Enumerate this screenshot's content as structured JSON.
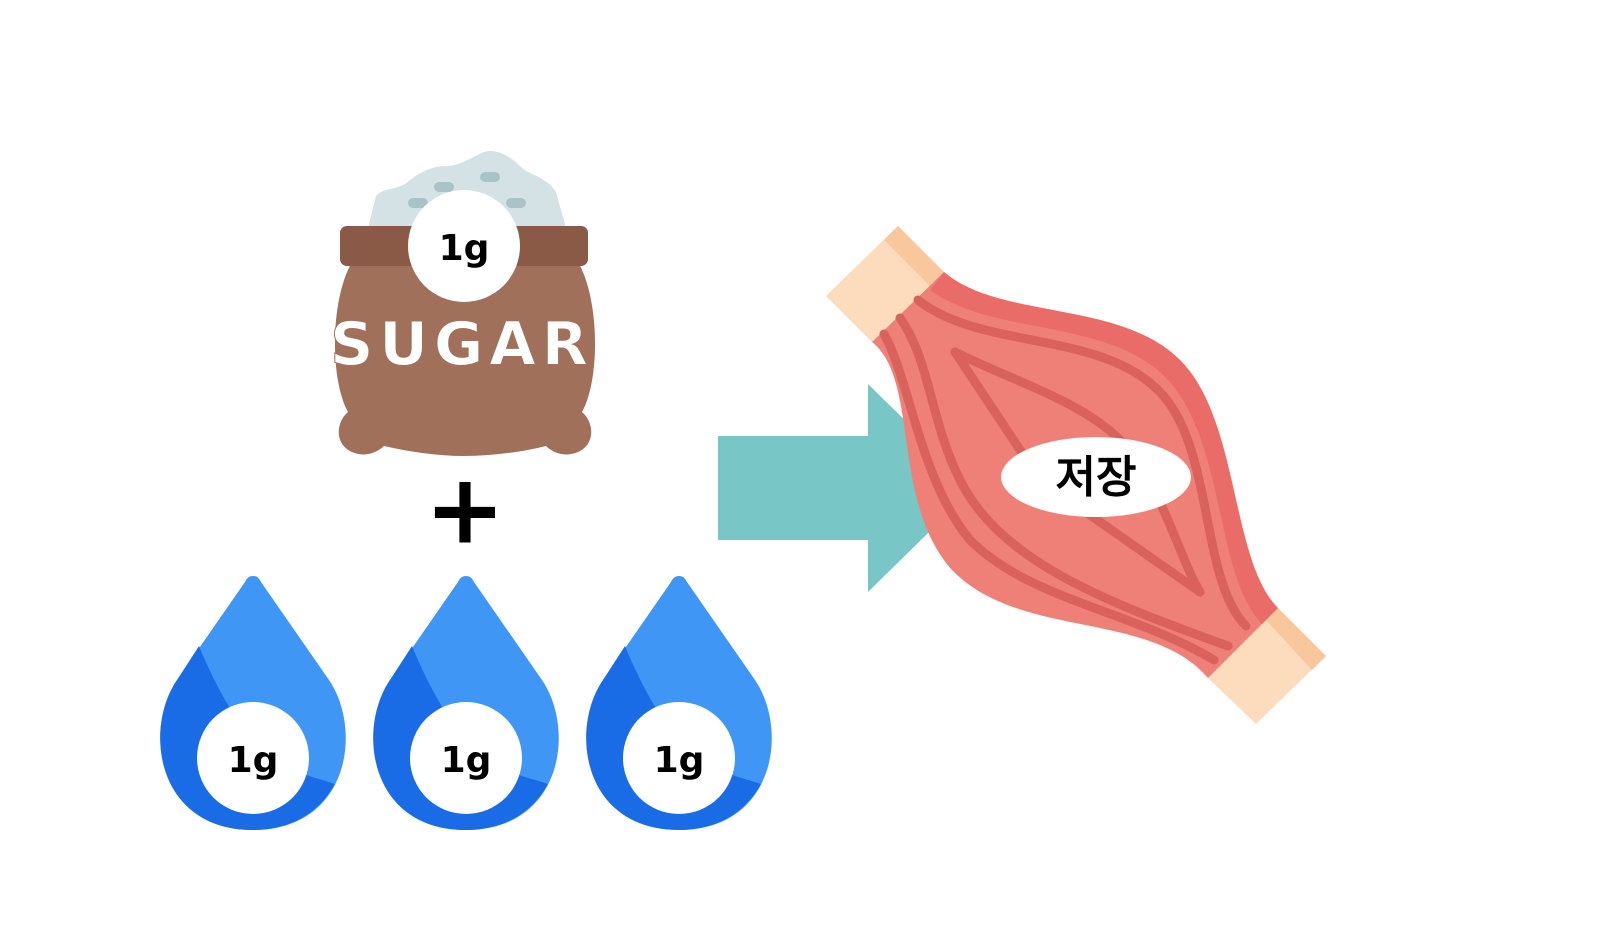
{
  "diagram": {
    "sugar": {
      "word": "SUGAR",
      "amount": "1g",
      "colors": {
        "bag": "#a0705a",
        "band": "#8a5a47",
        "top": "#d5e2e5",
        "grains": "#a9c4c8"
      }
    },
    "operator": "+",
    "water": {
      "drops": [
        {
          "amount": "1g"
        },
        {
          "amount": "1g"
        },
        {
          "amount": "1g"
        }
      ],
      "colors": {
        "light": "#4096f5",
        "dark": "#1a6ce6"
      }
    },
    "arrow": {
      "color": "#79c6c7"
    },
    "muscle": {
      "label": "저장",
      "colors": {
        "body": "#ef8078",
        "outline": "#e96c68",
        "fiber": "#d9625d",
        "tendon": "#fddcbd",
        "tendon_dark": "#f9c79e"
      }
    }
  }
}
